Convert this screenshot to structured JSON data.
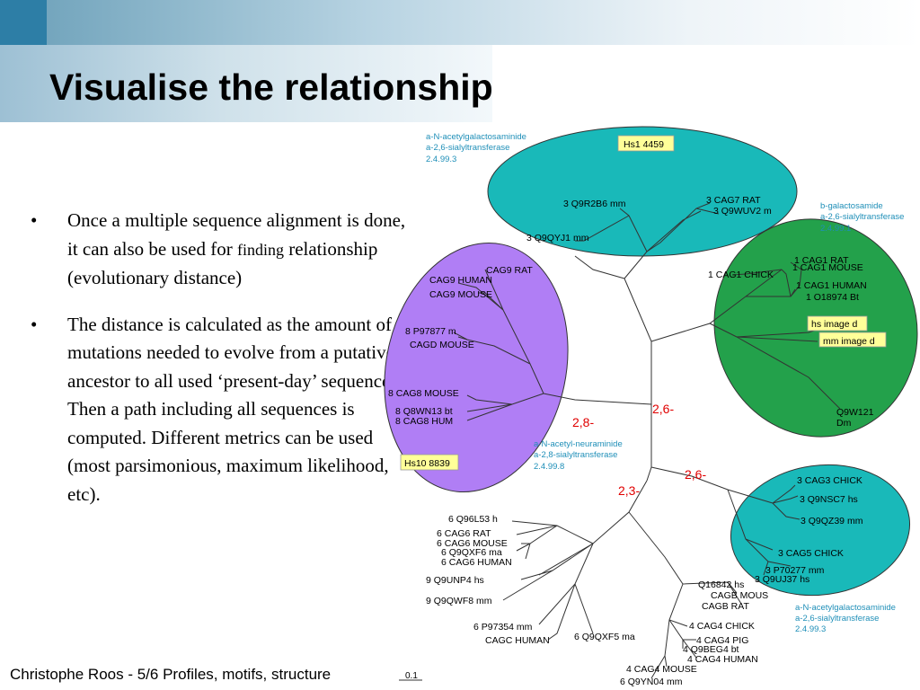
{
  "slide": {
    "title": "Visualise the relationship",
    "bullet1_a": "Once a multiple sequence alignment is done, it can also be used for ",
    "bullet1_b": "finding",
    "bullet1_c": " relationship (evolutionary distance)",
    "bullet2": "The distance is calculated as the amount of mutations needed to evolve from a putative ancestor to all used ‘present-day’ sequences. Then a path including all sequences is computed. Different metrics can be used (most parsimonious, maximum likelihood, etc).",
    "bullet_glyph": "•",
    "footer": "Christophe Roos - 5/6 Profiles, motifs, structure"
  },
  "colors": {
    "top_cluster": "#19b9b9",
    "right_cluster": "#23a14b",
    "left_cluster": "#b07ef5",
    "bottom_right_cluster": "#19b9b9",
    "box_label": "#ffff99",
    "node_label": "#e00000",
    "group_label": "#1f8fb8"
  },
  "tree": {
    "group_labels": {
      "top": [
        "a-N-acetylgalactosaminide",
        "a-2,6-sialyltransferase",
        "2.4.99.3"
      ],
      "right": [
        "b-galactosamide",
        "a-2,6-sialyltransferase",
        "2.4.99.1"
      ],
      "left": [
        "a-N-acetyl-neuraminide",
        "a-2,8-sialyltransferase",
        "2.4.99.8"
      ],
      "bottom": [
        "a-N-acetylgalactosaminide",
        "a-2,6-sialyltransferase",
        "2.4.99.3"
      ]
    },
    "node_labels": {
      "n1": "2,6-",
      "n2": "2,8-",
      "n3": "2,6-",
      "n4": "2,3-"
    },
    "highlighted": {
      "hs1": "Hs1 4459",
      "hs10": "Hs10 8839",
      "hsimage": "hs image d",
      "mmimage": "mm image d"
    },
    "leaves": {
      "top1": "3 Q9R2B6 mm",
      "top2": "3 CAG7 RAT",
      "top3": "3 Q9WUV2 m",
      "top4": "3 Q9QYJ1 mm",
      "r1": "1 CAG1 RAT",
      "r2": "1 CAG1 MOUSE",
      "r3": "1 CAG1 CHICK",
      "r4": "1 CAG1 HUMAN",
      "r5": "1 O18974 Bt",
      "r6a": "Q9W121",
      "r6b": "Dm",
      "l1": "CAG9 RAT",
      "l2": "CAG9 HUMAN",
      "l3": "CAG9 MOUSE",
      "l4": "8 P97877 m",
      "l5": "CAGD MOUSE",
      "l6": "8 CAG8 MOUSE",
      "l7": "8 Q8WN13 bt",
      "l8": "8 CAG8 HUM",
      "b1": "3 CAG3 CHICK",
      "b2": "3 Q9NSC7 hs",
      "b3": "3 Q9QZ39 mm",
      "b4": "3 CAG5 CHICK",
      "b5": "3 P70277 mm",
      "b6": "3 Q9UJ37 hs",
      "g1": "6 Q96L53 h",
      "g2": "6 CAG6 RAT",
      "g3": "6 CAG6 MOUSE",
      "g4": "6 Q9QXF6 ma",
      "g5": "6 CAG6 HUMAN",
      "g6": "9 Q9UNP4 hs",
      "g7": "9 Q9QWF8 mm",
      "g8": "6 P97354 mm",
      "g9": "CAGC HUMAN",
      "g10": "6 Q9QXF5 ma",
      "c1": "Q16842 hs",
      "c2": "CAGB MOUS",
      "c3": "CAGB RAT",
      "c4": "4 CAG4 CHICK",
      "c5": "4 CAG4 PIG",
      "c6": "4 Q9BEG4 bt",
      "c7": "4 CAG4 HUMAN",
      "c8": "4 CAG4 MOUSE",
      "c9": "6 Q9YN04 mm"
    },
    "scale": "0.1"
  }
}
